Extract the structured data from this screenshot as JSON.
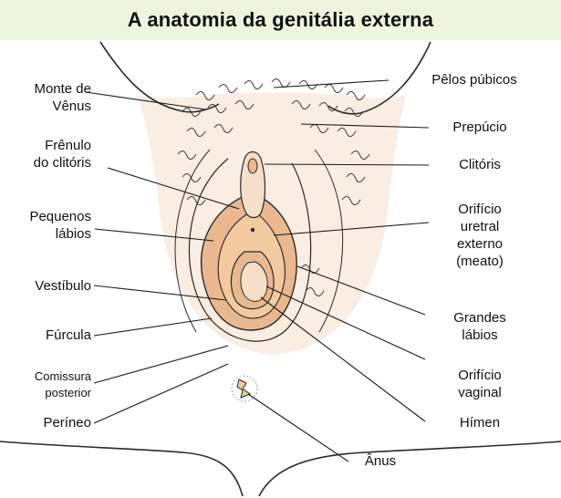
{
  "title": "A anatomia da genitália externa",
  "labels": {
    "monte_de_venus": "Monte de\nVênus",
    "frenulo_do_clitoris": "Frênulo\ndo clitóris",
    "pequenos_labios": "Pequenos\nlábios",
    "vestibulo": "Vestíbulo",
    "furcula": "Fúrcula",
    "comissura_posterior": "Comissura\nposterior",
    "perineo": "Períneo",
    "pelos_pubicos": "Pêlos púbicos",
    "prepucio": "Prepúcio",
    "clitoris": "Clitóris",
    "orificio_uretral": "Orifício\nuretral\nexterno\n(meato)",
    "grandes_labios": "Grandes\nlábios",
    "orificio_vaginal": "Orifício\nvaginal",
    "himen": "Hímen",
    "anus": "Ânus"
  },
  "colors": {
    "header_bg": "#eef5df",
    "skin": "#f6dfc9",
    "inner_labia": "#e9b88e",
    "vestibule": "#f3c99e",
    "outline": "#2a2a2a"
  }
}
